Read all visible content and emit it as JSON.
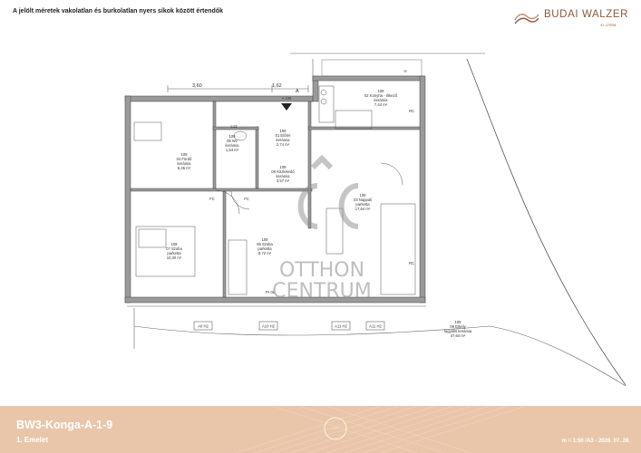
{
  "header": {
    "note": "A jelölt méretek vakolatlan és burkolatlan nyers síkok között értendők",
    "logo_name": "BUDAI WALZER",
    "logo_sub": "XI. ÚTEM",
    "logo_icon": "wave-logo-icon"
  },
  "plan": {
    "dimensions": [
      "3,60",
      "1,62"
    ],
    "section_mark": "A",
    "section_ref": "A 109",
    "rooms": [
      {
        "id": "109",
        "name": "02 Konyha - étkező",
        "finish": "kerámia",
        "area": "7,44 m²"
      },
      {
        "id": "109",
        "name": "01 Előtér",
        "finish": "kerámia",
        "area": "2,74 m²"
      },
      {
        "id": "109",
        "name": "05 Wc",
        "finish": "kerámia",
        "area": "1,54 m²"
      },
      {
        "id": "109",
        "name": "04 Fürdő",
        "finish": "kerámia",
        "area": "5,45 m²"
      },
      {
        "id": "109",
        "name": "08 Közlekedő",
        "finish": "kerámia",
        "area": "3,57 m²"
      },
      {
        "id": "109",
        "name": "03 Nappali",
        "finish": "parketta",
        "area": "17,64 m²"
      },
      {
        "id": "109",
        "name": "07 Szoba",
        "finish": "parketta",
        "area": "10,30 m²"
      },
      {
        "id": "109",
        "name": "06 Szoba",
        "finish": "parketta",
        "area": "8,72 m²"
      },
      {
        "id": "109",
        "name": "09 Erkély",
        "finish": "fagyálló kerámia",
        "area": "47,64 m²"
      }
    ],
    "window_tags": [
      "A0 H2",
      "A10 H2",
      "A11 H2",
      "A11 H2"
    ],
    "fc_labels": [
      "FC",
      "FC"
    ],
    "pr_label": "Pr 0L",
    "circuit_label": "L12",
    "kitchen_mark": "H",
    "side_tags": [
      "RC",
      "RC"
    ]
  },
  "watermark": {
    "logo_icon": "otthon-centrum-logo-icon",
    "line1": "OTTHON",
    "line2": "CENTRUM"
  },
  "footer": {
    "code": "BW3-Konga-A-1-9",
    "level": "1. Emelet",
    "scale": "m = 1:50 /A3 - 2026. 07. 28.",
    "compass_icon": "compass-icon"
  },
  "colors": {
    "footer_bg": "#e9c6a9",
    "brand": "#8a5a3c",
    "wall": "#555555"
  }
}
